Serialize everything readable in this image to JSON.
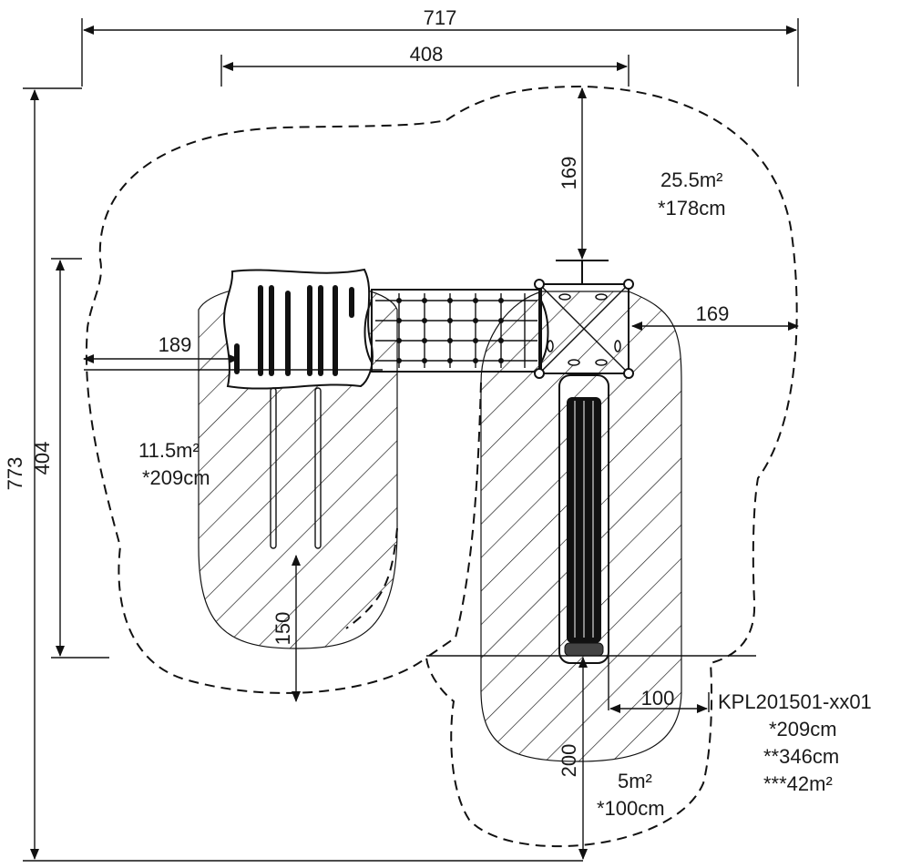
{
  "dimensions": {
    "total_width": "717",
    "upper_width": "408",
    "total_height": "773",
    "left_height": "404",
    "top_clearance": "169",
    "right_clearance": "169",
    "left_clearance": "189",
    "bottom_left_clearance": "150",
    "slide_side_clearance": "100",
    "slide_exit_clearance": "200"
  },
  "zones": {
    "main_area": "25.5m²",
    "main_height": "*178cm",
    "left_area": "11.5m²",
    "left_height": "*209cm",
    "slide_area": "5m²",
    "slide_height": "*100cm"
  },
  "product": {
    "code": "KPL201501-xx01",
    "line1": "*209cm",
    "line2": "**346cm",
    "line3": "***42m²"
  }
}
